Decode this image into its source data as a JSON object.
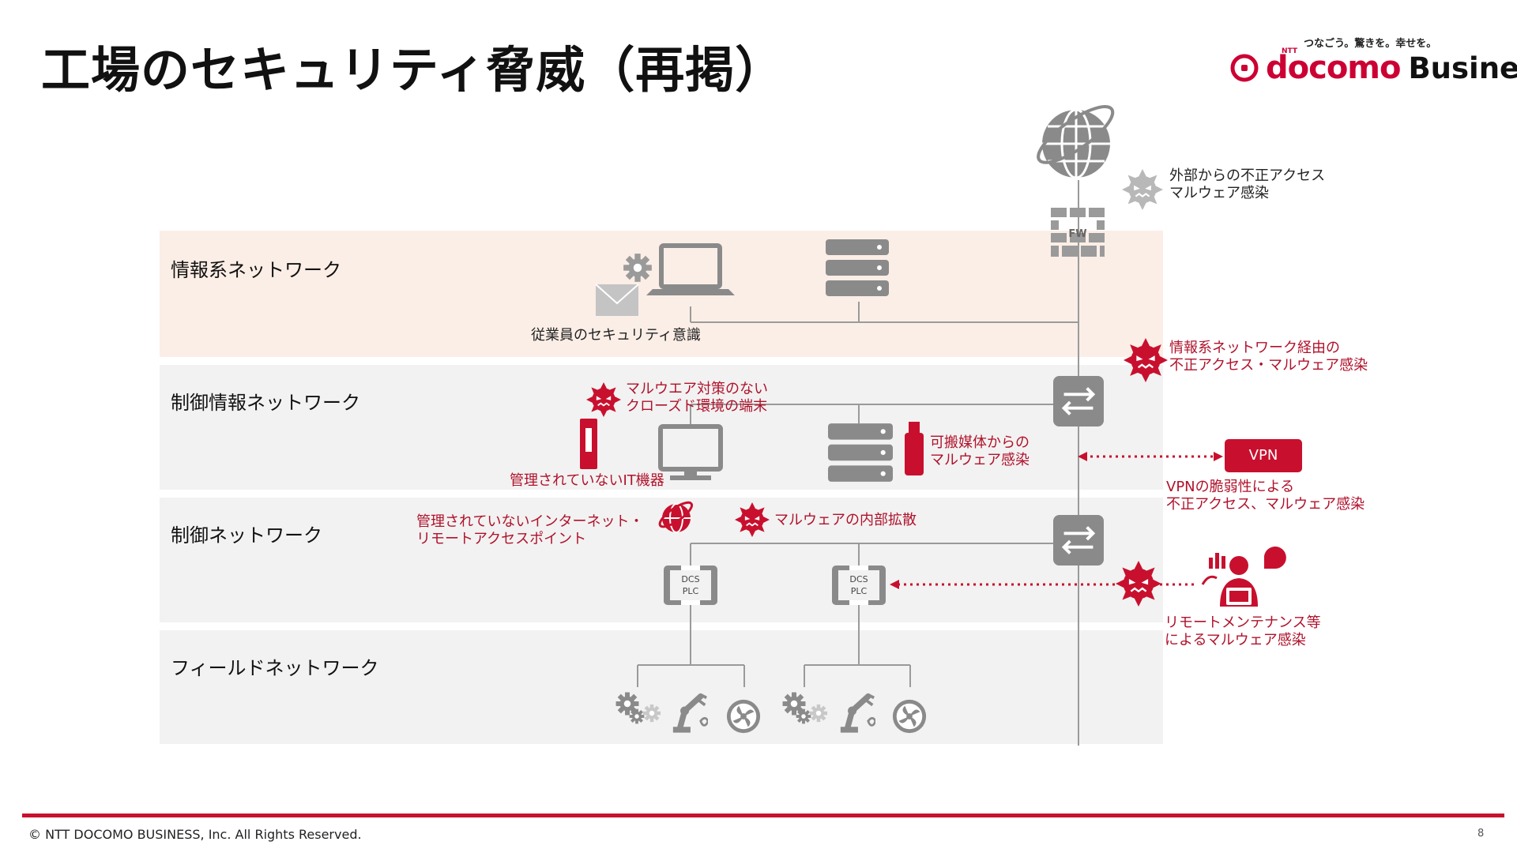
{
  "title": "工場のセキュリティ脅威（再掲）",
  "brand": {
    "tagline": "つなごう。驚きを。幸せを。",
    "ntt": "NTT",
    "docomo": "docomo",
    "business": "Business",
    "color": "#cc0033"
  },
  "networks": {
    "info": "情報系ネットワーク",
    "control_info": "制御情報ネットワーク",
    "control": "制御ネットワーク",
    "field": "フィールドネットワーク"
  },
  "labels": {
    "fw": "FW",
    "employee": "従業員のセキュリティ意識",
    "dcs": "DCS",
    "plc": "PLC",
    "vpn": "VPN"
  },
  "threats": {
    "external": [
      "外部からの不正アクセス",
      "マルウェア感染"
    ],
    "via_info": [
      "情報系ネットワーク経由の",
      "不正アクセス・マルウェア感染"
    ],
    "closed": [
      "マルウエア対策のない",
      "クローズド環境の端末"
    ],
    "removable": [
      "可搬媒体からの",
      "マルウェア感染"
    ],
    "unmanaged_it": [
      "管理されていないIT機器"
    ],
    "vpn_vuln": [
      "VPNの脆弱性による",
      "不正アクセス、マルウェア感染"
    ],
    "unmanaged_ap": [
      "管理されていないインターネット・",
      "リモートアクセスポイント"
    ],
    "internal_spread": [
      "マルウェアの内部拡散"
    ],
    "remote_maint": [
      "リモートメンテナンス等",
      "によるマルウェア感染"
    ]
  },
  "colors": {
    "threat_red": "#c8102e",
    "icon_grey": "#8a8a8a",
    "info_band": "#fbeee6",
    "band_grey": "#f2f2f2"
  },
  "footer": {
    "copyright": "© NTT DOCOMO BUSINESS, Inc. All Rights Reserved.",
    "page": "8"
  }
}
